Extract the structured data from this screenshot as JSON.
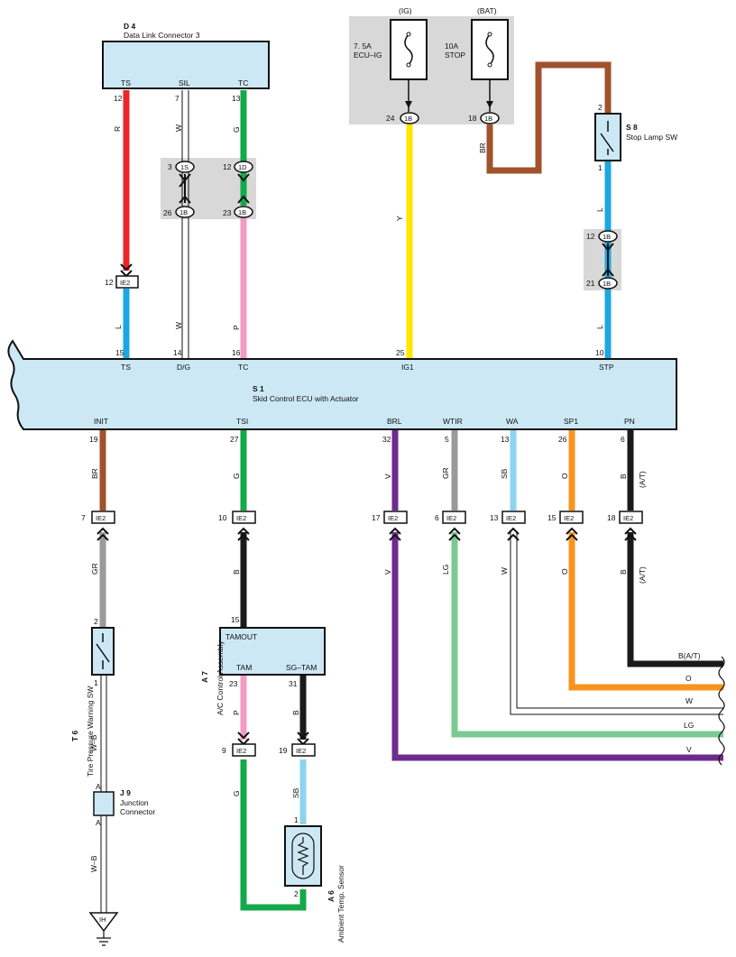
{
  "components": {
    "d4": {
      "id": "D 4",
      "name": "Data Link Connector 3",
      "pins": {
        "ts": "TS",
        "sil": "SIL",
        "tc": "TC"
      }
    },
    "fuse_ig": {
      "circuit": "(IG)",
      "rating": "7. 5A",
      "name": "ECU–IG"
    },
    "fuse_bat": {
      "circuit": "(BAT)",
      "rating": "10A",
      "name": "STOP"
    },
    "s8": {
      "id": "S 8",
      "name": "Stop Lamp SW"
    },
    "s1": {
      "id": "S 1",
      "name": "Skid Control ECU with Actuator",
      "top_pins": [
        "TS",
        "D/G",
        "TC",
        "IG1",
        "STP"
      ],
      "bottom_pins": [
        "INIT",
        "TSI",
        "BRL",
        "WTIR",
        "WA",
        "SP1",
        "PN"
      ]
    },
    "t6": {
      "id": "T 6",
      "name": "Tire Pressure Warning SW"
    },
    "a7": {
      "id": "A 7",
      "name": "A/C Control Assembly",
      "pins": {
        "tamout": "TAMOUT",
        "tam": "TAM",
        "sgtam": "SG–TAM"
      }
    },
    "j9": {
      "id": "J 9",
      "name_line1": "Junction",
      "name_line2": "Connector"
    },
    "a6": {
      "id": "A 6",
      "name": "Ambient Temp.  Sensor"
    },
    "ground": "IH"
  },
  "connectors": {
    "ie2": "IE2",
    "c1s": "1S",
    "c1d": "1D",
    "c1b": "1B"
  },
  "pin_numbers": {
    "d4_ts": "12",
    "d4_sil": "7",
    "d4_tc": "13",
    "j_1s": "3",
    "j_1d": "12",
    "j_1b_a": "26",
    "j_1b_b": "23",
    "ie2_ts": "12",
    "s1_ts": "15",
    "s1_dg": "14",
    "s1_tc": "16",
    "s1_ig1": "25",
    "s1_stp": "10",
    "fuse_ig_1b": "24",
    "fuse_bat_1b": "18",
    "s8_top": "2",
    "s8_bot": "1",
    "stp_1b_top": "12",
    "stp_1b_bot": "21",
    "s1_init": "19",
    "s1_tsi": "27",
    "s1_brl": "32",
    "s1_wtir": "5",
    "s1_wa": "13",
    "s1_sp1": "26",
    "s1_pn": "6",
    "ie2_init": "7",
    "ie2_tsi": "10",
    "ie2_brl": "17",
    "ie2_wtir": "6",
    "ie2_wa": "13",
    "ie2_sp1": "15",
    "ie2_pn": "18",
    "t6_top": "2",
    "t6_bot": "1",
    "a7_tamout": "15",
    "a7_tam": "23",
    "a7_sgtam": "31",
    "ie2_tam": "9",
    "ie2_sgtam": "19",
    "a6_top": "1",
    "a6_bot": "2",
    "j9_a_top": "A",
    "j9_a_bot": "A"
  },
  "wire_colors": {
    "r": "R",
    "l": "L",
    "w": "W",
    "p": "P",
    "g": "G",
    "y": "Y",
    "br": "BR",
    "gr": "GR",
    "b": "B",
    "v": "V",
    "lg": "LG",
    "sb": "SB",
    "o": "O",
    "at": "(A/T)",
    "wb": "W–B",
    "b_at": "B(A/T)"
  },
  "colors": {
    "red": "#e8262c",
    "blue": "#1ba7e2",
    "green": "#14a94a",
    "pink": "#f29bc4",
    "yellow": "#ffe500",
    "brown": "#a0522d",
    "gray": "#9a9a9a",
    "black": "#1a1a1a",
    "purple": "#6e2b8e",
    "lightgreen": "#7bc992",
    "skyblue": "#8ed3ef",
    "orange": "#f7941d",
    "box": "#cce8f4",
    "junction": "#d8d8d8"
  }
}
